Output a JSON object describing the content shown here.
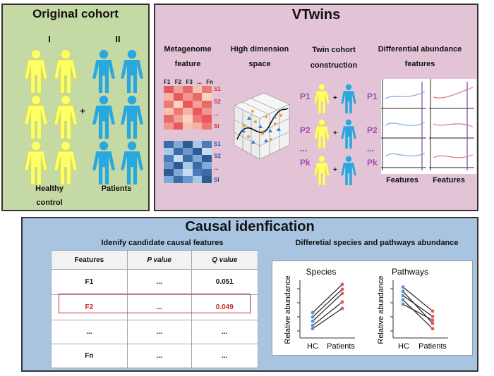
{
  "colors": {
    "original_bg": "#c4d9a3",
    "vtwins_bg": "#e3c4d7",
    "causal_bg": "#a9c4e0",
    "healthy_yellow": "#ffff66",
    "patient_blue": "#29a8e0",
    "red_heat": "#e8585c",
    "blue_heat": "#3b6ca8",
    "highlight_red": "#c62828",
    "label_purple": "#a24db0"
  },
  "original": {
    "title": "Original cohort",
    "group_i": "I",
    "group_ii": "II",
    "plus": "+",
    "healthy_line1": "Healthy",
    "healthy_line2": "control",
    "patients": "Patients"
  },
  "vtwins": {
    "title": "VTwins",
    "metagenome_line1": "Metagenome",
    "metagenome_line2": "feature",
    "hd_line1": "High dimension",
    "hd_line2": "space",
    "twin_line1": "Twin cohort",
    "twin_line2": "construction",
    "diff_line1": "Differential abundance",
    "diff_line2": "features",
    "feature_cols": [
      "F1",
      "F2",
      "F3",
      "...",
      "Fn"
    ],
    "red_rows": [
      "S1",
      "S2",
      "...",
      "Sl"
    ],
    "blue_rows": [
      "S1",
      "S2",
      "...",
      "Sl"
    ],
    "pairs": [
      "P1",
      "P2",
      "...",
      "Pk"
    ],
    "diff_pairs": [
      "P1",
      "P2",
      "...",
      "Pk"
    ],
    "features_label_1": "Features",
    "features_label_2": "Features"
  },
  "causal": {
    "title": "Causal idenfication",
    "left_sub": "Idenify candidate causal features",
    "right_sub": "Differetial species and pathways abundance",
    "table_headers": [
      "Features",
      "P value",
      "Q value"
    ],
    "rows": [
      [
        "F1",
        "...",
        "0.051"
      ],
      [
        "F2",
        "...",
        "0.049"
      ],
      [
        "...",
        "...",
        "..."
      ],
      [
        "Fn",
        "...",
        "..."
      ]
    ],
    "plot1_title": "Species",
    "plot2_title": "Pathways",
    "y_label": "Relative abundance",
    "x_hc": "HC",
    "x_patients": "Patients",
    "species_pairs": [
      [
        0.18,
        0.62
      ],
      [
        0.26,
        0.78
      ],
      [
        0.34,
        0.86
      ],
      [
        0.42,
        0.95
      ],
      [
        0.12,
        0.5
      ]
    ],
    "pathway_pairs": [
      [
        0.9,
        0.45
      ],
      [
        0.82,
        0.22
      ],
      [
        0.74,
        0.35
      ],
      [
        0.66,
        0.12
      ],
      [
        0.58,
        0.28
      ]
    ]
  }
}
